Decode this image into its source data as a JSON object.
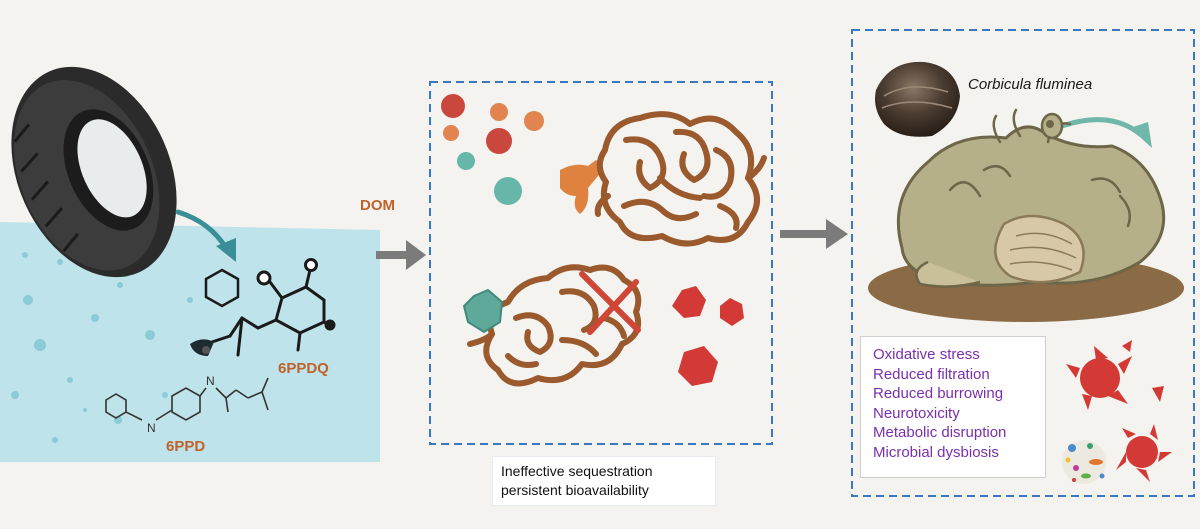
{
  "labels": {
    "dom": "DOM",
    "compound_quinone": "6PPDQ",
    "compound_parent": "6PPD",
    "species": "Corbicula fluminea"
  },
  "caption_lines": [
    "Ineffective sequestration",
    "persistent bioavailability"
  ],
  "effects": [
    "Oxidative stress",
    "Reduced filtration",
    "Reduced burrowing",
    "Neurotoxicity",
    "Metabolic disruption",
    "Microbial dysbiosis"
  ],
  "colors": {
    "background": "#f4f3ef",
    "water": "#bfe3ea",
    "dom_brown": "#9a5a2e",
    "accent_orange": "#c0622a",
    "dashed_border": "#3a78c2",
    "arrow_gray": "#7b7b7b",
    "teal_arrow": "#3a8e98",
    "effect_text": "#7a2fae",
    "red_particle": "#d33a35"
  }
}
